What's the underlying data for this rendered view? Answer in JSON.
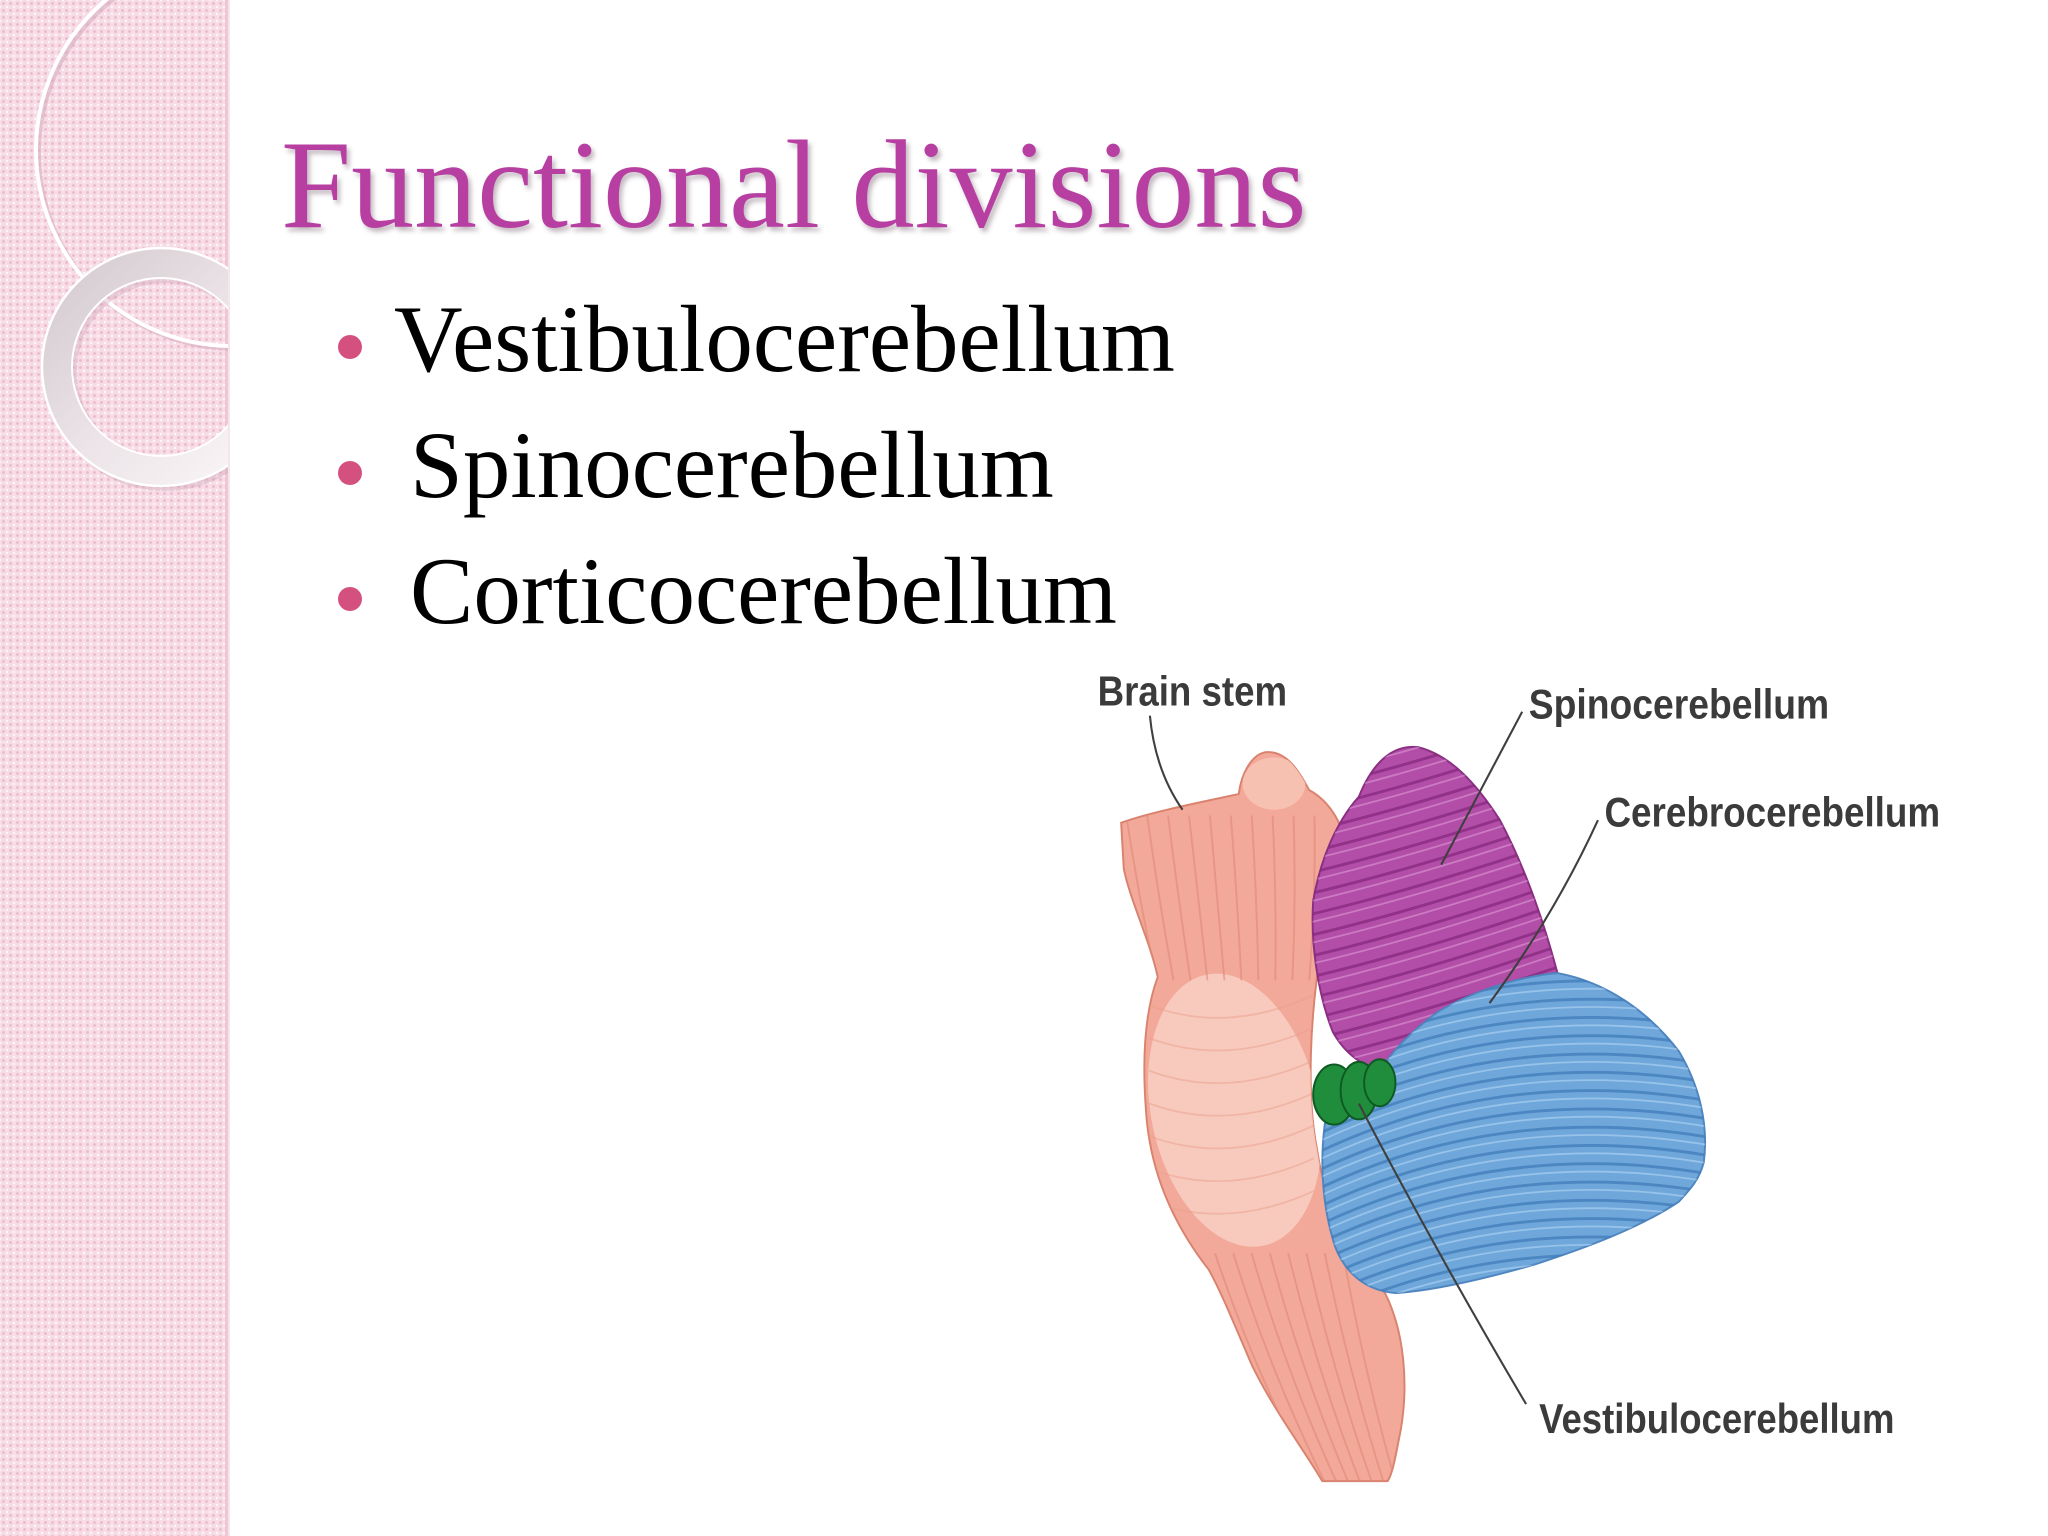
{
  "slide": {
    "title": "Functional divisions",
    "bullets": [
      "Vestibulocerebellum",
      "Spinocerebellum",
      "Corticocerebellum"
    ]
  },
  "figure": {
    "labels": {
      "brain_stem": "Brain stem",
      "spinocerebellum": "Spinocerebellum",
      "cerebrocerebellum": "Cerebrocerebellum",
      "vestibulocerebellum": "Vestibulocerebellum"
    },
    "colors": {
      "brain_stem": "#f3a999",
      "spinocerebellum": "#b24da8",
      "cerebrocerebellum": "#6fa7db",
      "vestibulocerebellum": "#1f8d3c"
    }
  },
  "theme": {
    "title_color": "#b83fa2",
    "bullet_color": "#d4507f",
    "sidebar_color": "#f7dbe5"
  },
  "icons": {
    "bullet": "bullet-dot-icon"
  }
}
